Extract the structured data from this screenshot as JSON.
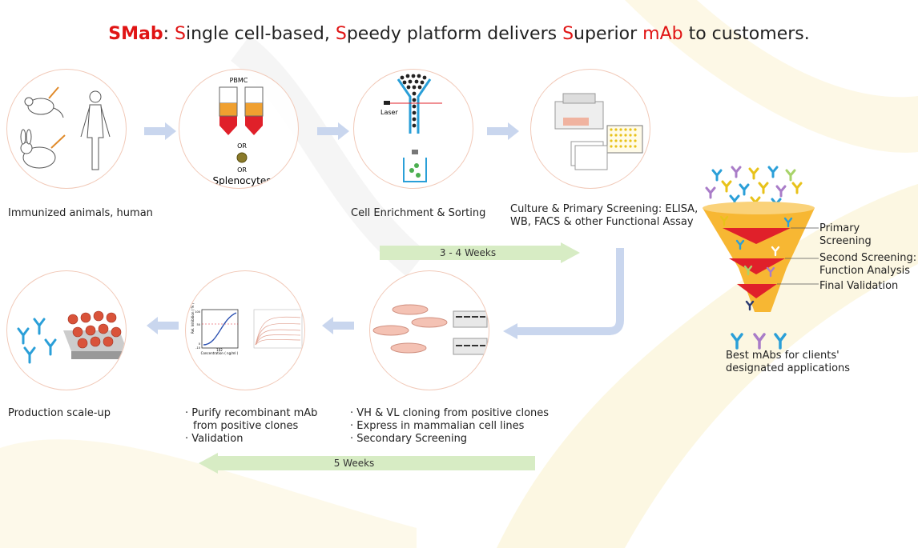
{
  "title": {
    "p1": "SMab",
    "p2": ": ",
    "p3": "S",
    "p4": "ingle cell-based, ",
    "p5": "S",
    "p6": "peedy platform delivers ",
    "p7": "S",
    "p8": "uperior ",
    "p9": "mAb",
    "p10": " to customers."
  },
  "steps": {
    "immunized": "Immunized animals, human",
    "pbmc": "PBMC",
    "or1": "OR",
    "or2": "OR",
    "splenocytes": "Splenocytes",
    "laser": "Laser",
    "enrichment": "Cell Enrichment & Sorting",
    "culture_line1": "Culture  & Primary Screening: ELISA,",
    "culture_line2": "WB, FACS & other Functional Assay",
    "production": "Production scale-up",
    "purify_line1": "Purify recombinant mAb",
    "purify_line2": "from positive clones",
    "validation": "Validation",
    "vh_vl": "VH & VL cloning from positive clones",
    "express": "Express in mammalian cell lines",
    "secondary": "Secondary Screening",
    "bullet": "·"
  },
  "chart_small": {
    "ylabel": "Rel. Inhibition ( % )",
    "xlabel": "Concentration ( ng/ml )",
    "xtick": "102",
    "ytick_top": "100",
    "ytick_mid": "50",
    "ytick_low": "0",
    "ytick_bottom": "-10"
  },
  "timelines": {
    "top": "3 - 4 Weeks",
    "bottom": "5 Weeks"
  },
  "funnel": {
    "primary_line1": "Primary",
    "primary_line2": "Screening",
    "second_line1": "Second Screening:",
    "second_line2": "Function Analysis",
    "final": "Final Validation",
    "best_line1": "Best mAbs for clients'",
    "best_line2": "designated applications"
  },
  "colors": {
    "accent_red": "#e01414",
    "arrow_blue": "#c9d6ee",
    "green_bar": "#d7ecc4",
    "circle_border": "#f1c9b8",
    "antibody_blue": "#2a9fd8",
    "antibody_yellow": "#e8c21a",
    "antibody_purple": "#a97cc8"
  }
}
